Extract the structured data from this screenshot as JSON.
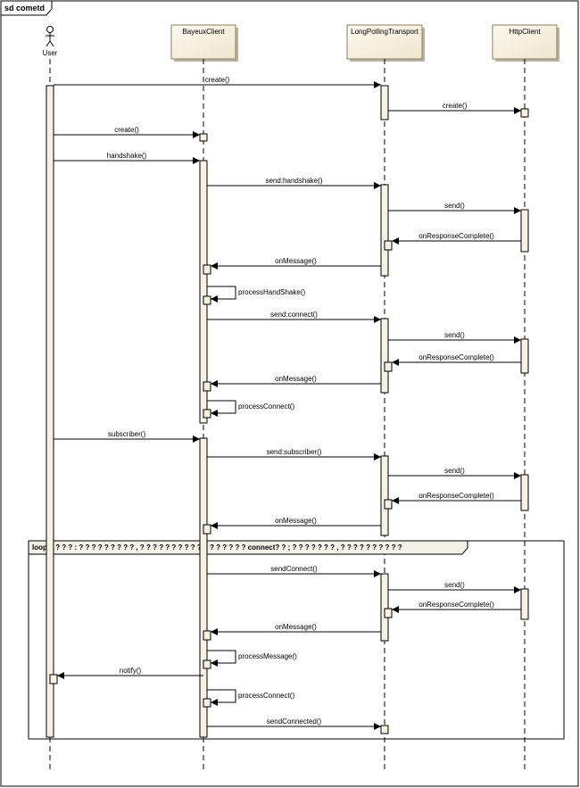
{
  "frame": {
    "title": "sd cometd"
  },
  "lifelines": [
    {
      "id": "user",
      "name": "User",
      "kind": "actor"
    },
    {
      "id": "bayeux",
      "name": "BayeuxClient",
      "kind": "object"
    },
    {
      "id": "lpt",
      "name": "LongPollingTransport",
      "kind": "object"
    },
    {
      "id": "http",
      "name": "HttpClient",
      "kind": "object"
    }
  ],
  "loop": {
    "label": "loop ? ? ? ? : ? ? ? ? ? ? ? ? ? , ? ? ? ? ? ? ? ? ? ? ? ? ? ? ? ? ? connect? ? ; ? ? ? ? ? ? ? , ? ? ? ? ? ? ? ? ? ?"
  },
  "messages": [
    {
      "label": "create()",
      "type": "call"
    },
    {
      "label": "create()",
      "type": "call"
    },
    {
      "label": "create()",
      "type": "call"
    },
    {
      "label": "handshake()",
      "type": "call"
    },
    {
      "label": "send:handshake()",
      "type": "call"
    },
    {
      "label": "send()",
      "type": "call"
    },
    {
      "label": "onResponseComplete()",
      "type": "call"
    },
    {
      "label": "onMessage()",
      "type": "call"
    },
    {
      "label": "processHandShake()",
      "type": "self"
    },
    {
      "label": "send:connect()",
      "type": "call"
    },
    {
      "label": "send()",
      "type": "call"
    },
    {
      "label": "onResponseComplete()",
      "type": "call"
    },
    {
      "label": "onMessage()",
      "type": "call"
    },
    {
      "label": "processConnect()",
      "type": "self"
    },
    {
      "label": "subscriber()",
      "type": "call"
    },
    {
      "label": "send:subscriber()",
      "type": "call"
    },
    {
      "label": "send()",
      "type": "call"
    },
    {
      "label": "onResponseComplete()",
      "type": "call"
    },
    {
      "label": "onMessage()",
      "type": "call"
    },
    {
      "label": "sendConnect()",
      "type": "call"
    },
    {
      "label": "send()",
      "type": "call"
    },
    {
      "label": "onResponseComplete()",
      "type": "call"
    },
    {
      "label": "onMessage()",
      "type": "call"
    },
    {
      "label": "processMessage()",
      "type": "self"
    },
    {
      "label": "notify()",
      "type": "call"
    },
    {
      "label": "processConnect()",
      "type": "self"
    },
    {
      "label": "sendConnected()",
      "type": "call"
    }
  ]
}
